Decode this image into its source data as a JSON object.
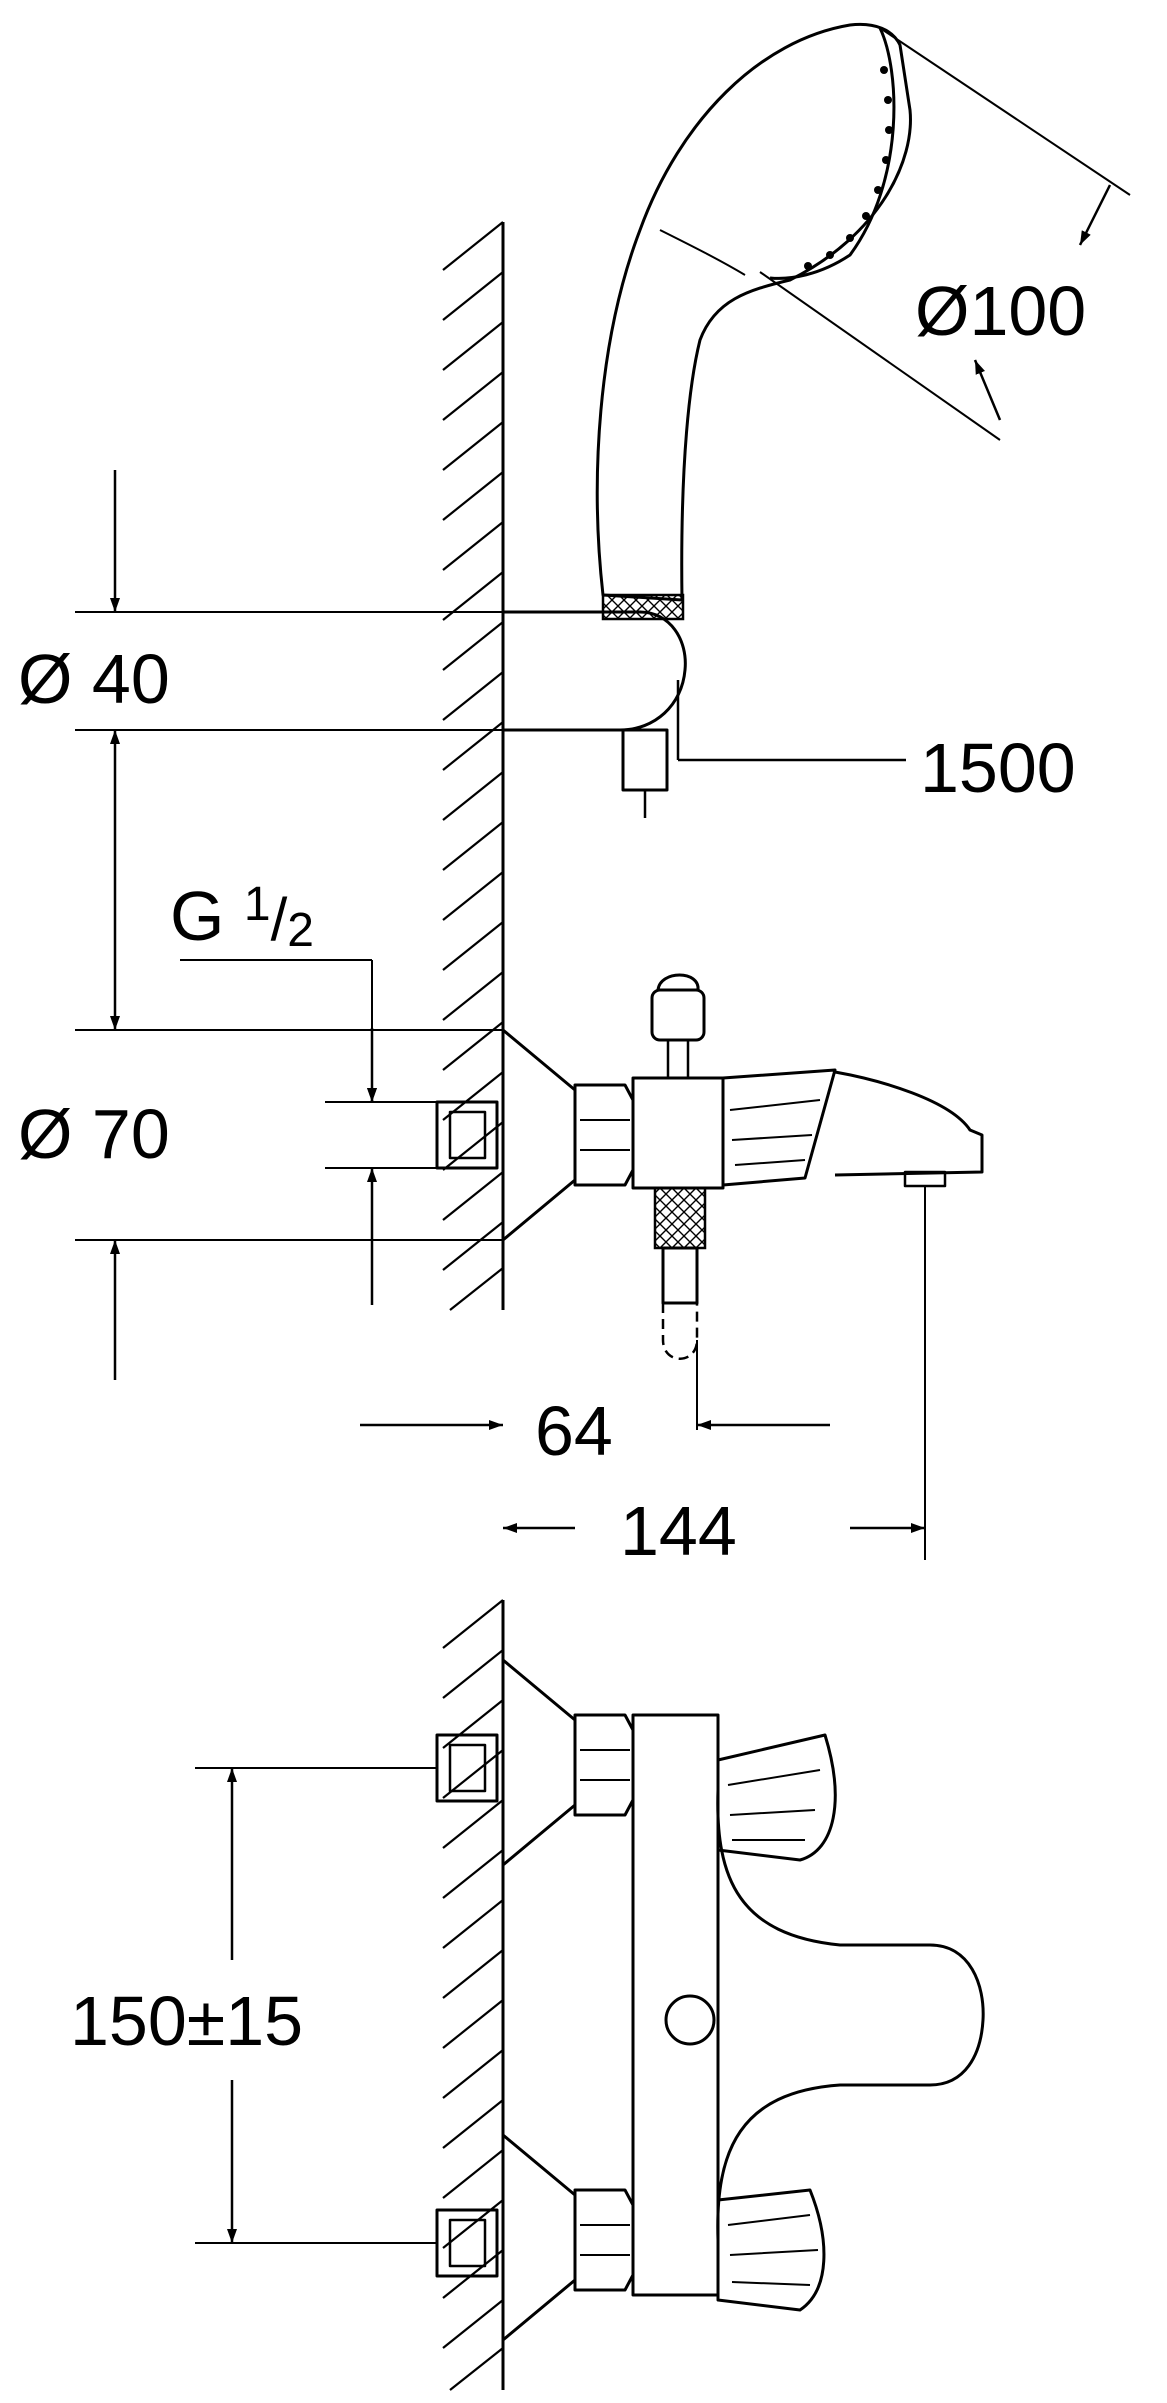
{
  "dimensions": {
    "showerhead_diameter": "Ø100",
    "wall_bracket_diameter": "Ø 40",
    "hose_length": "1500",
    "thread_main": "G ",
    "thread_numerator": "1",
    "thread_slash": "/",
    "thread_denominator": "2",
    "escutcheon_diameter": "Ø 70",
    "spout_offset": "64",
    "total_projection": "144",
    "centre_distance": "150±15"
  },
  "colors": {
    "line": "#000000",
    "background": "#ffffff"
  }
}
